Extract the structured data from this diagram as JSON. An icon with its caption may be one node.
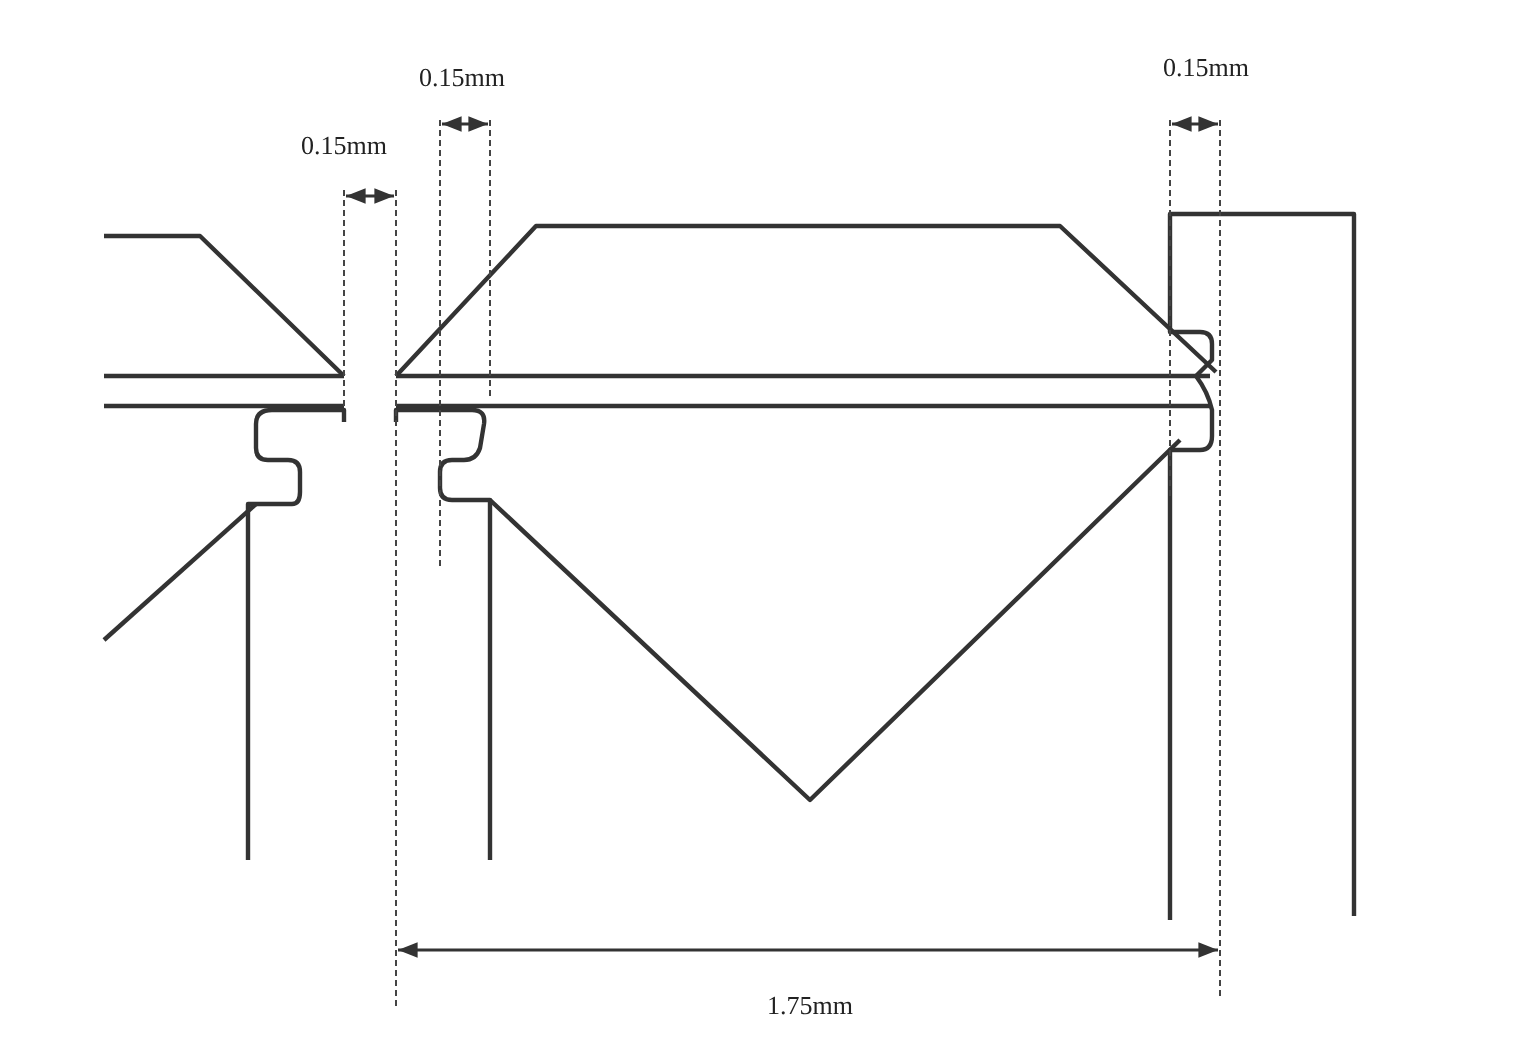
{
  "diagram": {
    "labels": [
      "0.15mm",
      "0.15mm",
      "0.15mm",
      "1.75mm"
    ]
  }
}
